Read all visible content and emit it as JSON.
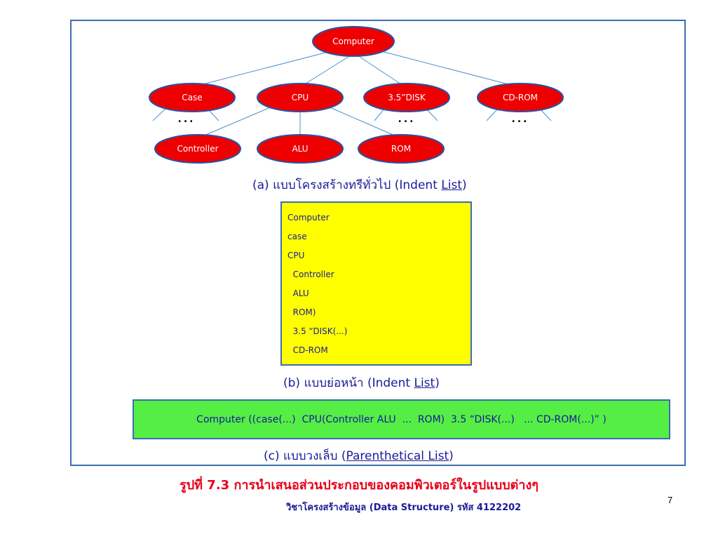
{
  "tree": {
    "nodes": {
      "computer": "Computer",
      "case": "Case",
      "cpu": "CPU",
      "disk": "3.5”DISK",
      "cdrom": "CD-ROM",
      "controller": "Controller",
      "alu": "ALU",
      "rom": "ROM"
    },
    "ellipsis": "...",
    "node_color": "#ee0000",
    "node_border": "#2255aa",
    "edge_color": "#4a8fd0"
  },
  "captions": {
    "a_prefix": "(a)   แบบโครงสร้างทรีทั่วไป (Indent ",
    "a_list": "List",
    "a_suffix": ")",
    "b_prefix": "(b) แบบย่อหน้า (Indent ",
    "b_list": "List",
    "b_suffix": ")",
    "c_prefix": "(c) แบบวงเล็บ (",
    "c_list": "Parenthetical List",
    "c_suffix": ")"
  },
  "indent_list": [
    "Computer",
    "case",
    "CPU",
    "  Controller",
    "  ALU",
    "  ROM)",
    "  3.5 “DISK(...)",
    "  CD-ROM"
  ],
  "parenthetical": "Computer ((case(...)  CPU(Controller ALU  ...  ROM)  3.5 “DISK(...)   ... CD-ROM(...)” )",
  "figure_caption": "รูปที่ 7.3 การนำเสนอส่วนประกอบของคอมพิวเตอร์ในรูปแบบต่างๆ",
  "subject_line": "วิชาโครงสร้างข้อมูล (Data Structure) รหัส 4122202",
  "page_number": "7"
}
